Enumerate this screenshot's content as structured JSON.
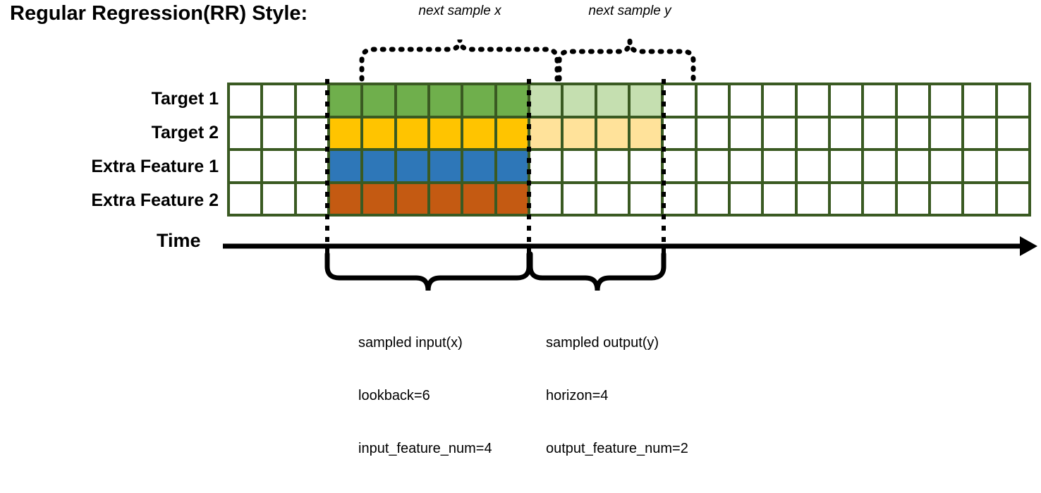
{
  "title": "Regular Regression(RR) Style:",
  "annotations": {
    "next_sample_x": "next sample x",
    "next_sample_y": "next sample y"
  },
  "rows": [
    {
      "key": "target-1",
      "label": "Target 1"
    },
    {
      "key": "target-2",
      "label": "Target 2"
    },
    {
      "key": "extra-feature-1",
      "label": "Extra Feature 1"
    },
    {
      "key": "extra-feature-2",
      "label": "Extra Feature 2"
    }
  ],
  "axis": {
    "label": "Time",
    "direction": "right-arrow"
  },
  "grid": {
    "columns": 24,
    "rows": 4,
    "border_color": "#3A5A22",
    "empty_color": "#FFFFFF",
    "input_start_column": 4,
    "input_end_column": 9,
    "output_start_column": 10,
    "output_end_column": 13,
    "row_fills": [
      {
        "row": "Target 1",
        "segments": [
          {
            "from": 1,
            "to": 3,
            "color": "#FFFFFF",
            "class": "cell"
          },
          {
            "from": 4,
            "to": 9,
            "color": "#6FAF4C",
            "class": "c-green"
          },
          {
            "from": 10,
            "to": 13,
            "color": "#C5DFB0",
            "class": "c-lgreen"
          },
          {
            "from": 14,
            "to": 24,
            "color": "#FFFFFF",
            "class": "cell"
          }
        ]
      },
      {
        "row": "Target 2",
        "segments": [
          {
            "from": 1,
            "to": 3,
            "color": "#FFFFFF",
            "class": "cell"
          },
          {
            "from": 4,
            "to": 9,
            "color": "#FFC400",
            "class": "c-yellow"
          },
          {
            "from": 10,
            "to": 13,
            "color": "#FFE29A",
            "class": "c-lyellow"
          },
          {
            "from": 14,
            "to": 24,
            "color": "#FFFFFF",
            "class": "cell"
          }
        ]
      },
      {
        "row": "Extra Feature 1",
        "segments": [
          {
            "from": 1,
            "to": 3,
            "color": "#FFFFFF",
            "class": "cell"
          },
          {
            "from": 4,
            "to": 9,
            "color": "#2E77B8",
            "class": "c-blue"
          },
          {
            "from": 10,
            "to": 24,
            "color": "#FFFFFF",
            "class": "cell"
          }
        ]
      },
      {
        "row": "Extra Feature 2",
        "segments": [
          {
            "from": 1,
            "to": 3,
            "color": "#FFFFFF",
            "class": "cell"
          },
          {
            "from": 4,
            "to": 9,
            "color": "#C45A12",
            "class": "c-orange"
          },
          {
            "from": 10,
            "to": 24,
            "color": "#FFFFFF",
            "class": "cell"
          }
        ]
      }
    ]
  },
  "input_block": {
    "caption_line_1": "sampled input(x)",
    "caption_line_2": "lookback=6",
    "caption_line_3": "input_feature_num=4",
    "lookback": 6,
    "input_feature_num": 4
  },
  "output_block": {
    "caption_line_1": "sampled output(y)",
    "caption_line_2": "horizon=4",
    "caption_line_3": "output_feature_num=2",
    "horizon": 4,
    "output_feature_num": 2
  },
  "colors": {
    "grid_border": "#3A5A22",
    "target1": "#6FAF4C",
    "target1_light": "#C5DFB0",
    "target2": "#FFC400",
    "target2_light": "#FFE29A",
    "extra1": "#2E77B8",
    "extra2": "#C45A12",
    "ink": "#000000"
  }
}
